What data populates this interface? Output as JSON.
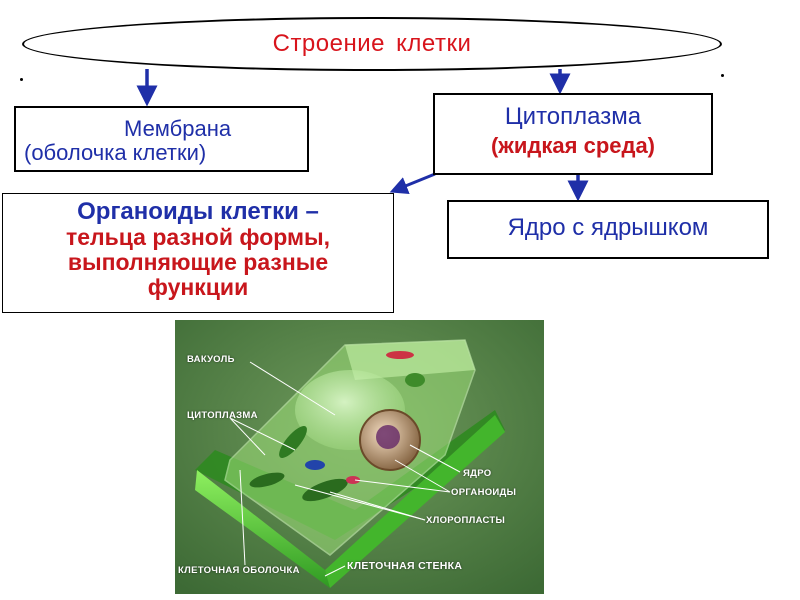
{
  "title": "Строение  клетки",
  "membrane": {
    "line1": "Мембрана",
    "line2": "(оболочка клетки)"
  },
  "cytoplasm": {
    "line1": "Цитоплазма",
    "line2": "(жидкая среда)"
  },
  "organoids": {
    "line1": "Органоиды клетки –",
    "line2": "тельца разной формы,",
    "line3": "выполняющие разные",
    "line4": "функции"
  },
  "nucleus": {
    "label": "Ядро с ядрышком"
  },
  "cell_image": {
    "labels": {
      "vacuole": "ВАКУОЛЬ",
      "cytoplasm": "ЦИТОПЛАЗМА",
      "nucleus": "ЯДРО",
      "organoids": "ОРГАНОИДЫ",
      "chloroplasts": "ХЛОРОПЛАСТЫ",
      "membrane": "КЛЕТОЧНАЯ ОБОЛОЧКА",
      "wall": "КЛЕТОЧНАЯ СТЕНКА"
    }
  },
  "colors": {
    "title": "#d8141c",
    "blue_text": "#1f2fa8",
    "red_text": "#c8161c",
    "arrow": "#1f2fa8"
  }
}
